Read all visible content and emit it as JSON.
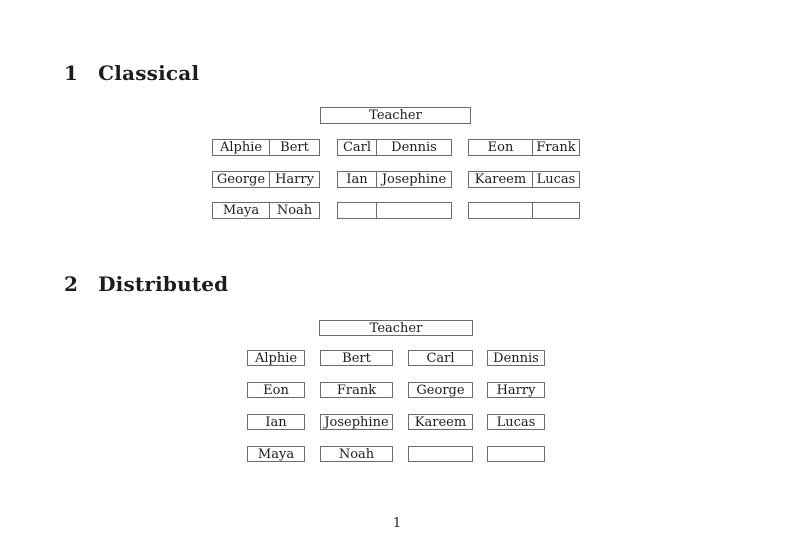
{
  "document": {
    "page_number": "1",
    "colors": {
      "background": "#ffffff",
      "border": "#6b6b6b",
      "text": "#1c1c1c"
    }
  },
  "sections": [
    {
      "number": "1",
      "title": "Classical",
      "teacher_label": "Teacher",
      "desks": [
        {
          "left": "Alphie",
          "right": "Bert"
        },
        {
          "left": "Carl",
          "right": "Dennis"
        },
        {
          "left": "Eon",
          "right": "Frank"
        },
        {
          "left": "George",
          "right": "Harry"
        },
        {
          "left": "Ian",
          "right": "Josephine"
        },
        {
          "left": "Kareem",
          "right": "Lucas"
        },
        {
          "left": "Maya",
          "right": "Noah"
        },
        {
          "left": "",
          "right": ""
        },
        {
          "left": "",
          "right": ""
        }
      ]
    },
    {
      "number": "2",
      "title": "Distributed",
      "teacher_label": "Teacher",
      "seats": [
        "Alphie",
        "Bert",
        "Carl",
        "Dennis",
        "Eon",
        "Frank",
        "George",
        "Harry",
        "Ian",
        "Josephine",
        "Kareem",
        "Lucas",
        "Maya",
        "Noah",
        "",
        ""
      ]
    }
  ]
}
